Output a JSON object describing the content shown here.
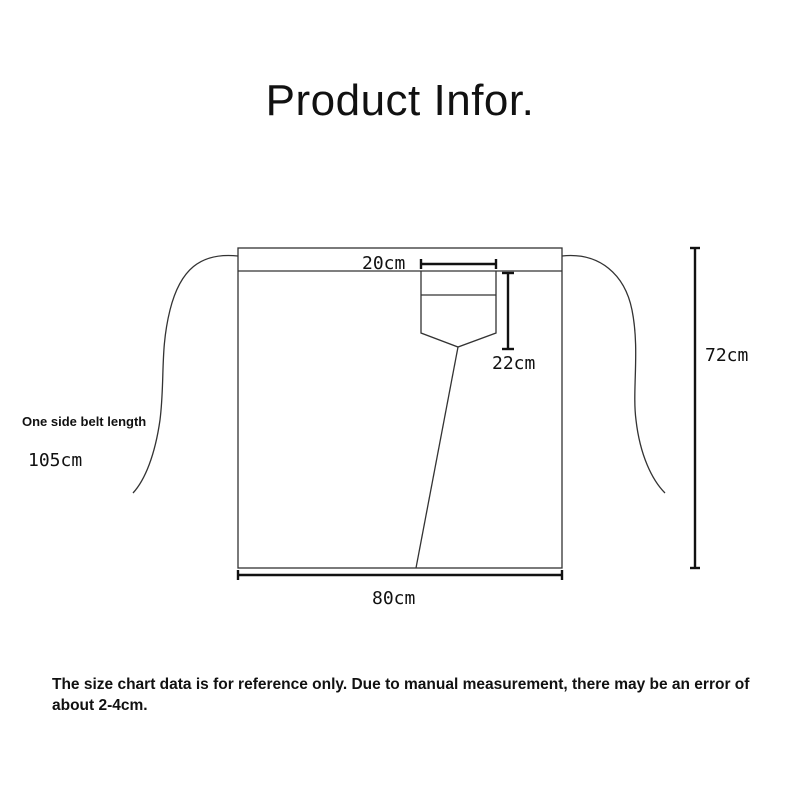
{
  "title": "Product Infor.",
  "belt": {
    "label": "One side belt length",
    "value": "105cm"
  },
  "dimensions": {
    "pocket_width": "20cm",
    "pocket_height": "22cm",
    "total_height": "72cm",
    "total_width": "80cm"
  },
  "note": "The size chart data is for reference only. Due to manual measurement, there may be an error of about 2-4cm."
}
